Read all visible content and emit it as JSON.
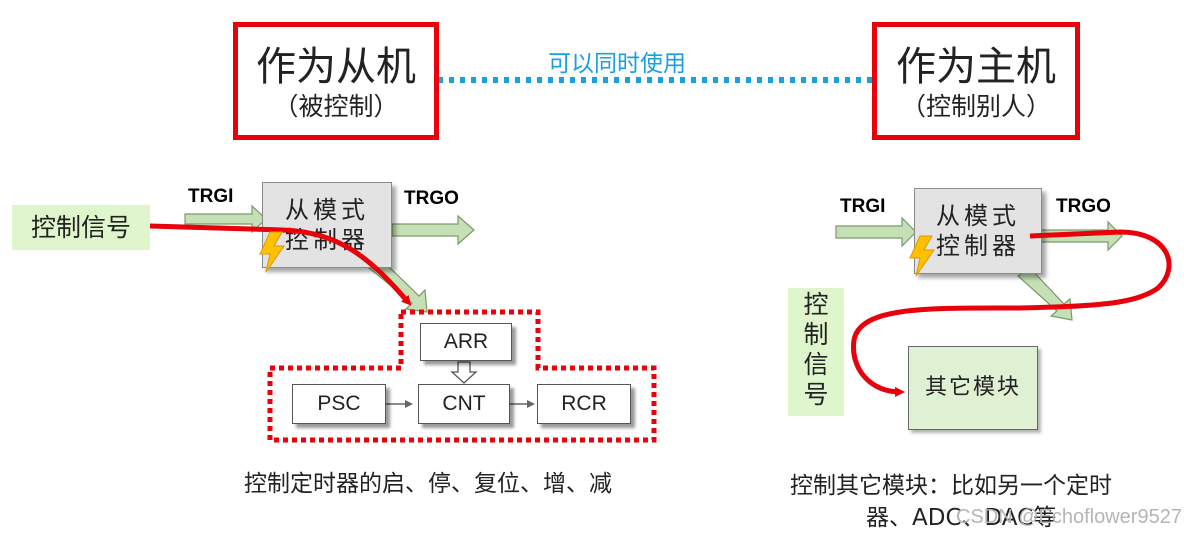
{
  "slave": {
    "title": "作为从机",
    "subtitle": "（被控制）"
  },
  "master": {
    "title": "作为主机",
    "subtitle": "（控制别人）"
  },
  "middle_text": "可以同时使用",
  "left": {
    "trgi": "TRGI",
    "trgo": "TRGO",
    "control_signal": "控制信号",
    "controller_line1": "从模式",
    "controller_line2": "控制器",
    "arr": "ARR",
    "psc": "PSC",
    "cnt": "CNT",
    "rcr": "RCR",
    "caption": "控制定时器的启、停、复位、增、减"
  },
  "right": {
    "trgi": "TRGI",
    "trgo": "TRGO",
    "control_signal": [
      "控",
      "制",
      "信",
      "号"
    ],
    "controller_line1": "从模式",
    "controller_line2": "控制器",
    "other_module": "其它模块",
    "caption_line1": "控制其它模块：比如另一个定时",
    "caption_line2": "器、ADC、DAC等"
  },
  "watermark": "CSDN @Echoflower9527",
  "colors": {
    "red": "#e8000b",
    "blue_dots": "#1aa0de",
    "green_label": "#dff5cc",
    "arrow_green": "#c5e0b4"
  }
}
